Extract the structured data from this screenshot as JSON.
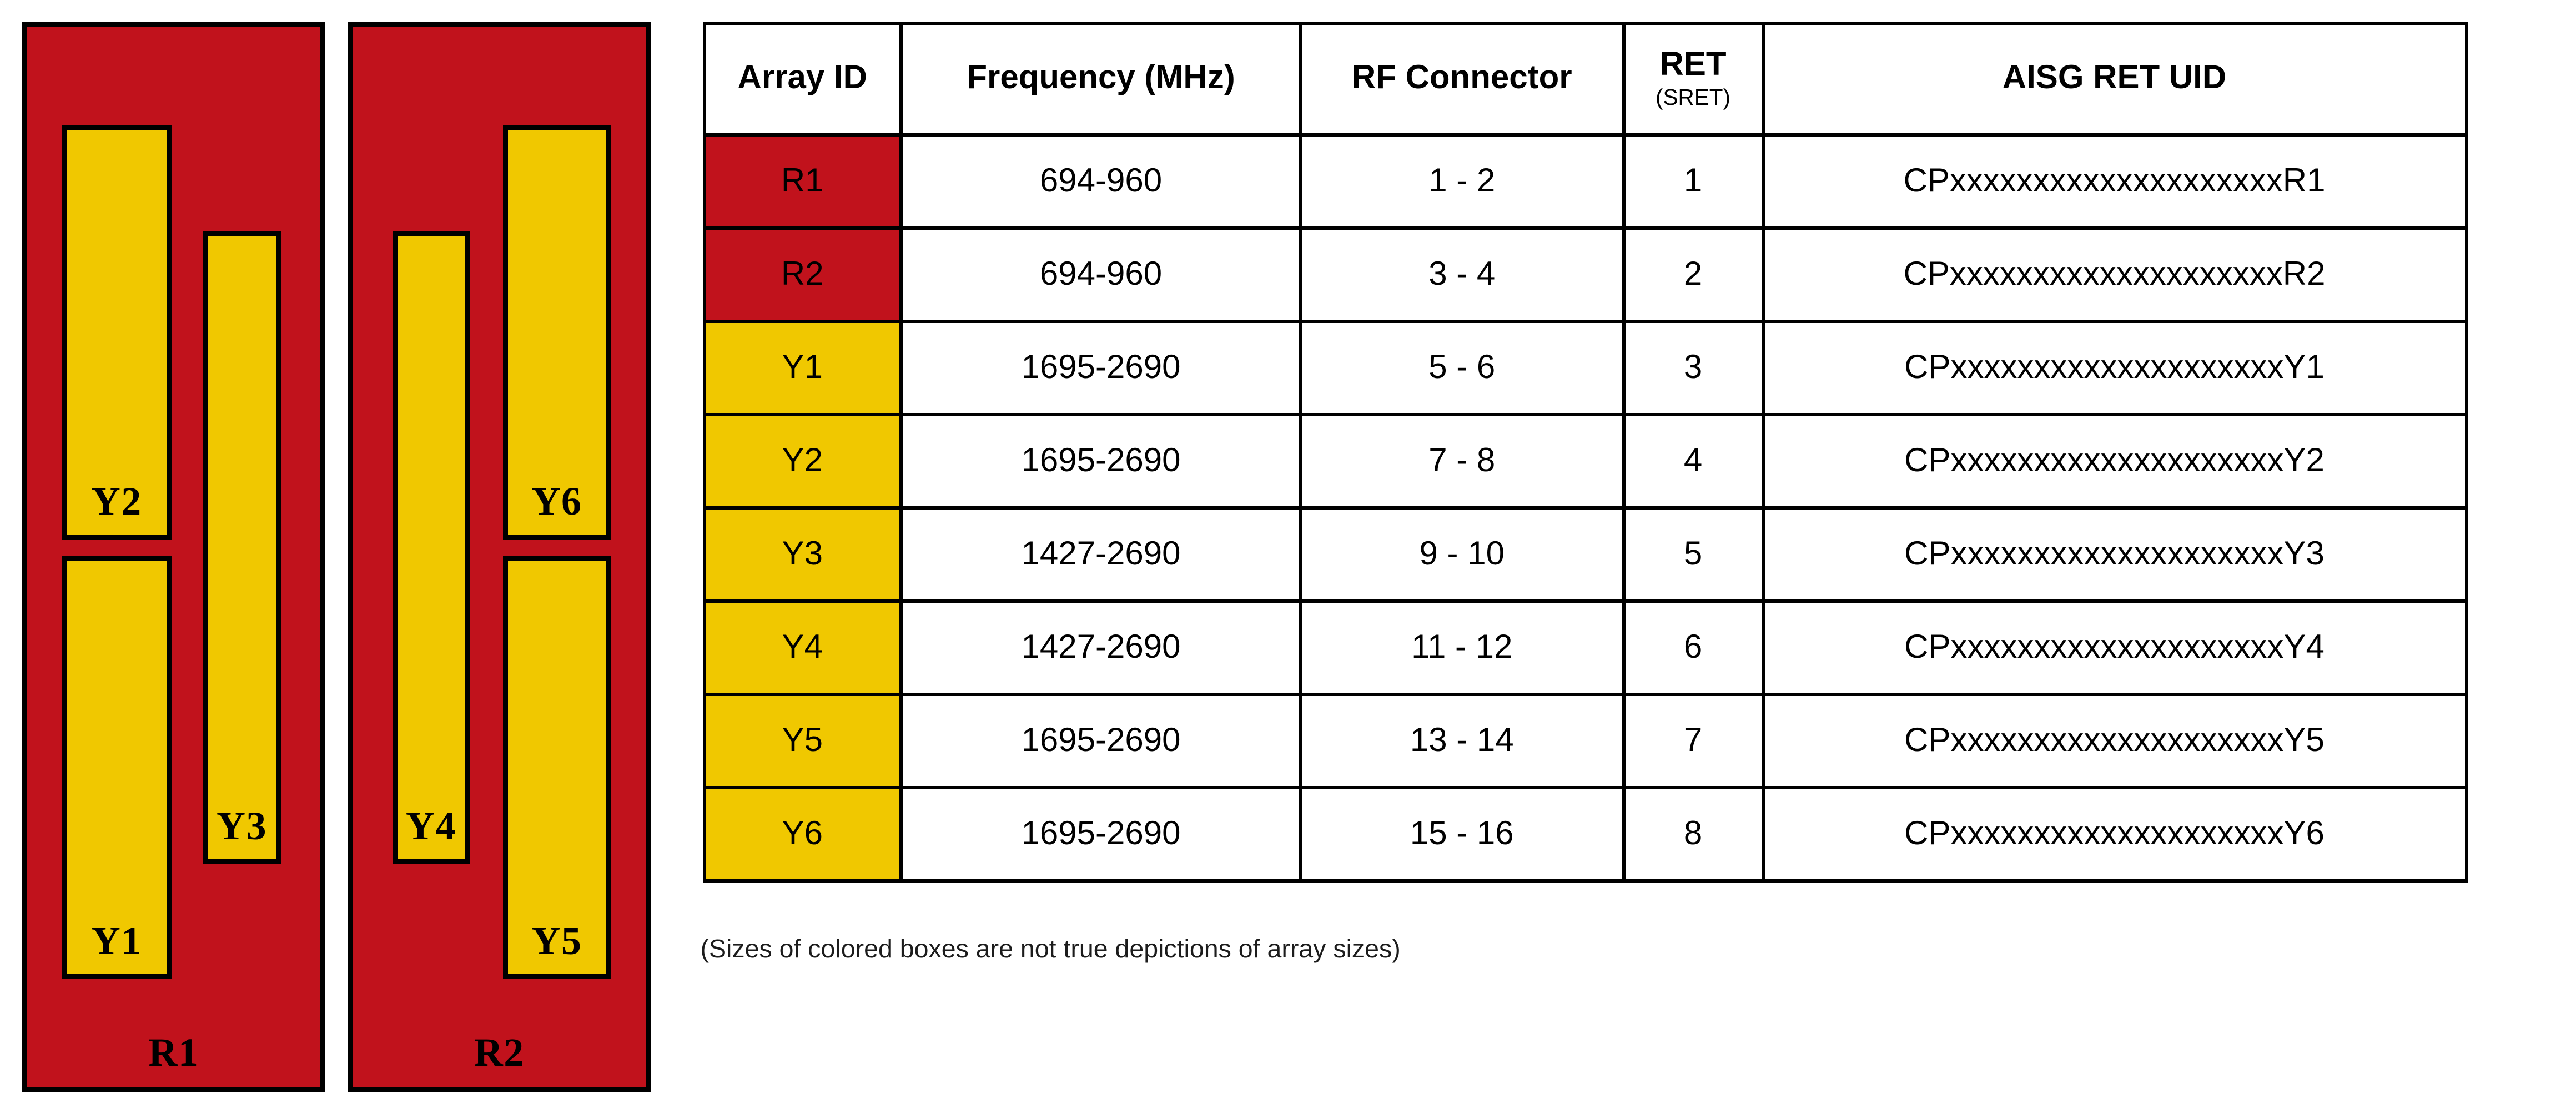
{
  "colors": {
    "red": "#C1121C",
    "yellow": "#F0C800",
    "line": "#000000"
  },
  "diagram": {
    "panels": [
      {
        "label": "R1",
        "arrays": [
          {
            "label": "Y2"
          },
          {
            "label": "Y1"
          },
          {
            "label": "Y3"
          }
        ]
      },
      {
        "label": "R2",
        "arrays": [
          {
            "label": "Y4"
          },
          {
            "label": "Y6"
          },
          {
            "label": "Y5"
          }
        ]
      }
    ]
  },
  "table": {
    "headers": {
      "array_id": "Array ID",
      "frequency": "Frequency (MHz)",
      "rf_connector": "RF Connector",
      "ret_line1": "RET",
      "ret_line2": "(SRET)",
      "aisg_ret_uid": "AISG RET UID"
    },
    "rows": [
      {
        "id": "R1",
        "tone": "red",
        "frequency": "694-960",
        "connector": "1 - 2",
        "ret": "1",
        "uid": "CPxxxxxxxxxxxxxxxxxxxxR1"
      },
      {
        "id": "R2",
        "tone": "red",
        "frequency": "694-960",
        "connector": "3 - 4",
        "ret": "2",
        "uid": "CPxxxxxxxxxxxxxxxxxxxxR2"
      },
      {
        "id": "Y1",
        "tone": "yellow",
        "frequency": "1695-2690",
        "connector": "5 - 6",
        "ret": "3",
        "uid": "CPxxxxxxxxxxxxxxxxxxxxY1"
      },
      {
        "id": "Y2",
        "tone": "yellow",
        "frequency": "1695-2690",
        "connector": "7 - 8",
        "ret": "4",
        "uid": "CPxxxxxxxxxxxxxxxxxxxxY2"
      },
      {
        "id": "Y3",
        "tone": "yellow",
        "frequency": "1427-2690",
        "connector": "9 - 10",
        "ret": "5",
        "uid": "CPxxxxxxxxxxxxxxxxxxxxY3"
      },
      {
        "id": "Y4",
        "tone": "yellow",
        "frequency": "1427-2690",
        "connector": "11 - 12",
        "ret": "6",
        "uid": "CPxxxxxxxxxxxxxxxxxxxxY4"
      },
      {
        "id": "Y5",
        "tone": "yellow",
        "frequency": "1695-2690",
        "connector": "13 - 14",
        "ret": "7",
        "uid": "CPxxxxxxxxxxxxxxxxxxxxY5"
      },
      {
        "id": "Y6",
        "tone": "yellow",
        "frequency": "1695-2690",
        "connector": "15 - 16",
        "ret": "8",
        "uid": "CPxxxxxxxxxxxxxxxxxxxxY6"
      }
    ]
  },
  "footnote": "(Sizes of colored boxes are not true depictions of array sizes)"
}
